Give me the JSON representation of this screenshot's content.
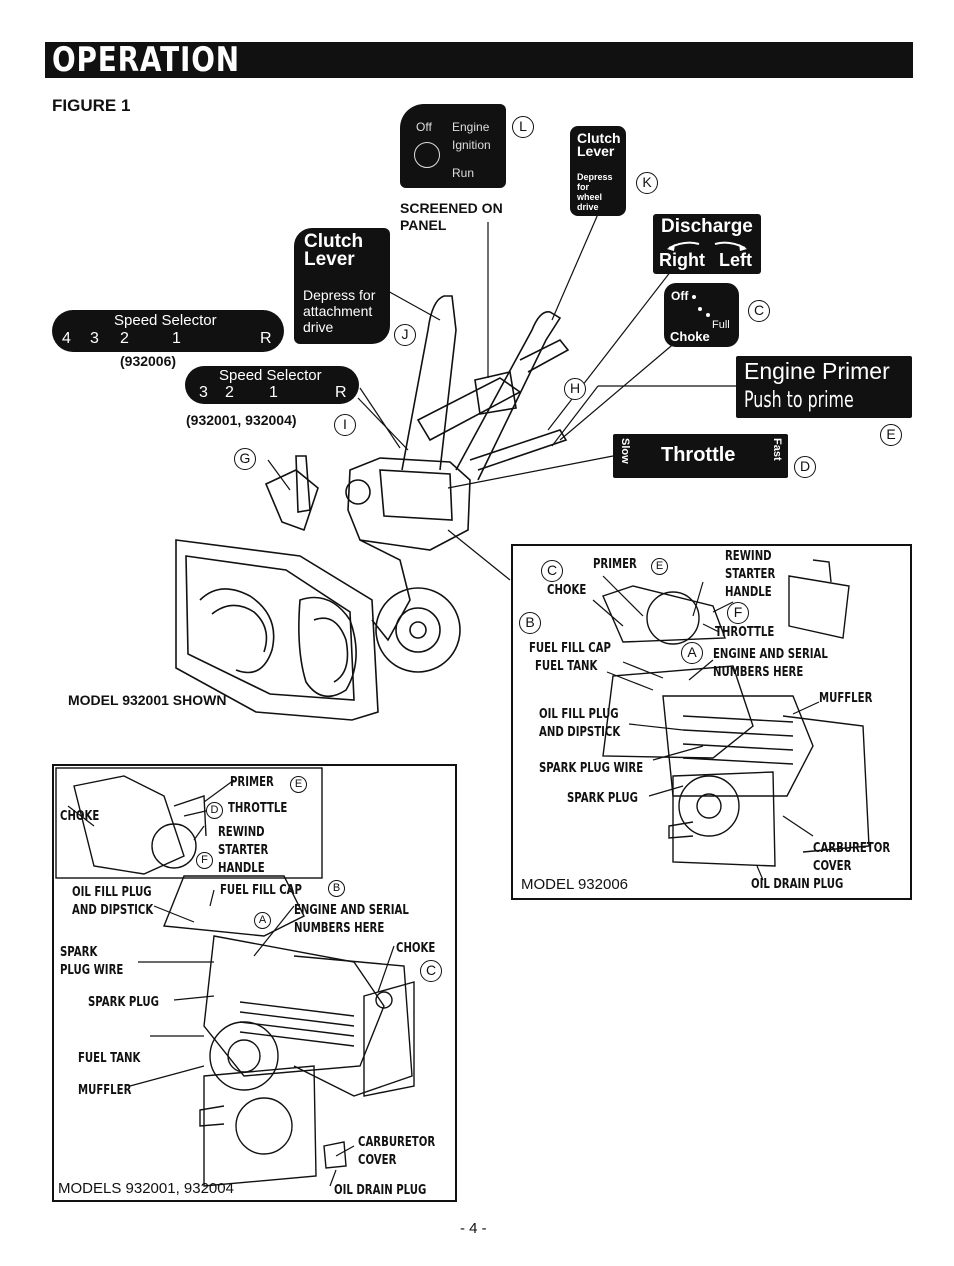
{
  "header": {
    "title": "OPERATION"
  },
  "figure_label": "FIGURE 1",
  "ignition_panel": {
    "off": "Off",
    "engine": "Engine",
    "ignition": "Ignition",
    "run": "Run",
    "callout": "L"
  },
  "screened_note": {
    "line1": "SCREENED ON",
    "line2": "PANEL"
  },
  "clutch_small": {
    "title1": "Clutch",
    "title2": "Lever",
    "desc1": "Depress",
    "desc2": "for",
    "desc3": "wheel",
    "desc4": "drive",
    "callout": "K"
  },
  "clutch_big": {
    "title1": "Clutch",
    "title2": "Lever",
    "desc1": "Depress for",
    "desc2": "attachment",
    "desc3": "drive",
    "callout": "J"
  },
  "discharge": {
    "title": "Discharge",
    "right": "Right",
    "left": "Left"
  },
  "choke_panel": {
    "off": "Off",
    "full": "Full",
    "choke": "Choke",
    "callout": "C"
  },
  "primer_panel": {
    "title": "Engine Primer",
    "sub": "Push to prime",
    "callout": "E"
  },
  "throttle_panel": {
    "slow": "Slow",
    "title": "Throttle",
    "fast": "Fast",
    "callout": "D"
  },
  "speed1": {
    "title": "Speed Selector",
    "nums": [
      "4",
      "3",
      "2",
      "1",
      "R"
    ],
    "model": "(932006)"
  },
  "speed2": {
    "title": "Speed Selector",
    "nums": [
      "3",
      "2",
      "1",
      "R"
    ],
    "model": "(932001, 932004)",
    "callout": "I"
  },
  "main_callouts": {
    "g": "G",
    "h": "H"
  },
  "model_shown": "MODEL 932001 SHOWN",
  "left_box": {
    "caption": "MODELS 932001, 932004",
    "labels": {
      "choke_top": "CHOKE",
      "primer": "PRIMER",
      "primer_c": "E",
      "throttle": "THROTTLE",
      "throttle_c": "D",
      "rewind1": "REWIND",
      "rewind2": "STARTER",
      "rewind3": "HANDLE",
      "rewind_c": "F",
      "oil1": "OIL FILL PLUG",
      "oil2": "AND DIPSTICK",
      "fuelcap": "FUEL FILL CAP",
      "fuelcap_c": "B",
      "engine1": "ENGINE AND SERIAL",
      "engine2": "NUMBERS HERE",
      "engine_c": "A",
      "spark1": "SPARK",
      "spark2": "PLUG WIRE",
      "choke": "CHOKE",
      "choke_c": "C",
      "sparkplug": "SPARK PLUG",
      "fueltank": "FUEL TANK",
      "muffler": "MUFFLER",
      "carb1": "CARBURETOR",
      "carb2": "COVER",
      "drain": "OIL DRAIN PLUG"
    }
  },
  "right_box": {
    "caption": "MODEL 932006",
    "labels": {
      "primer": "PRIMER",
      "primer_c": "E",
      "primer_cc": "C",
      "choke": "CHOKE",
      "rewind1": "REWIND",
      "rewind2": "STARTER",
      "rewind3": "HANDLE",
      "rewind_c": "F",
      "throttle": "THROTTLE",
      "b_c": "B",
      "fuelcap": "FUEL FILL CAP",
      "fueltank": "FUEL TANK",
      "engine1": "ENGINE AND SERIAL",
      "engine2": "NUMBERS HERE",
      "engine_c": "A",
      "muffler": "MUFFLER",
      "oil1": "OIL FILL PLUG",
      "oil2": "AND DIPSTICK",
      "sparkwire": "SPARK PLUG WIRE",
      "sparkplug": "SPARK PLUG",
      "carb1": "CARBURETOR",
      "carb2": "COVER",
      "drain": "OIL DRAIN PLUG"
    }
  },
  "page_number": "- 4 -"
}
